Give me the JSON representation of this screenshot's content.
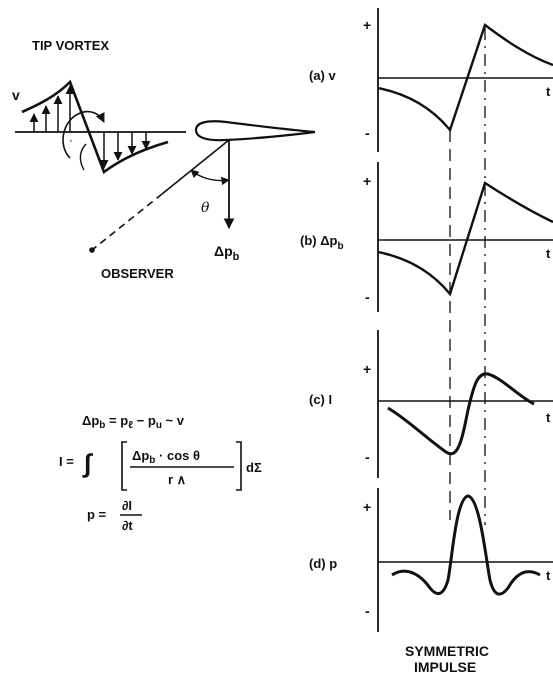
{
  "left": {
    "title": "TIP VORTEX",
    "v_label": "v",
    "theta_label": "θ",
    "dpb_label": "Δp",
    "dpb_sub": "b",
    "observer_label": "OBSERVER"
  },
  "equations": {
    "eq1": "Δp_b = p_ℓ − p_u ~ v",
    "eq2_lhs": "I =",
    "eq2_num": "Δp_b · cos θ",
    "eq2_den": "r ∧",
    "eq2_tail": "dΣ",
    "eq3_lhs": "p =",
    "eq3_num": "∂I",
    "eq3_den": "∂t"
  },
  "panels": [
    {
      "label": "(a) v",
      "plus": "+",
      "minus": "-",
      "t": "t"
    },
    {
      "label": "(b) Δp_b",
      "plus": "+",
      "minus": "-",
      "t": "t"
    },
    {
      "label": "(c) I",
      "plus": "+",
      "minus": "-",
      "t": "t"
    },
    {
      "label": "(d) p",
      "plus": "+",
      "minus": "-",
      "t": "t"
    }
  ],
  "caption_line1": "SYMMETRIC",
  "caption_line2": "IMPULSE"
}
